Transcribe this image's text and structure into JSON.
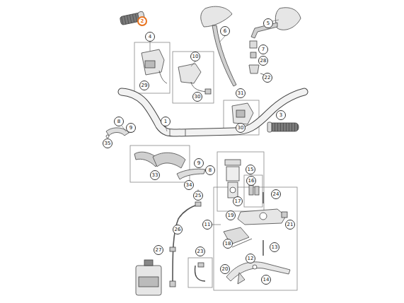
{
  "diagram": {
    "labels": [
      "2",
      "6",
      "5",
      "4",
      "10",
      "7",
      "28",
      "22",
      "29",
      "30",
      "31",
      "1",
      "3",
      "8",
      "9",
      "35",
      "30",
      "9",
      "8",
      "33",
      "15",
      "34",
      "16",
      "24",
      "25",
      "17",
      "19",
      "11",
      "21",
      "26",
      "18",
      "13",
      "27",
      "23",
      "12",
      "20",
      "14"
    ]
  }
}
